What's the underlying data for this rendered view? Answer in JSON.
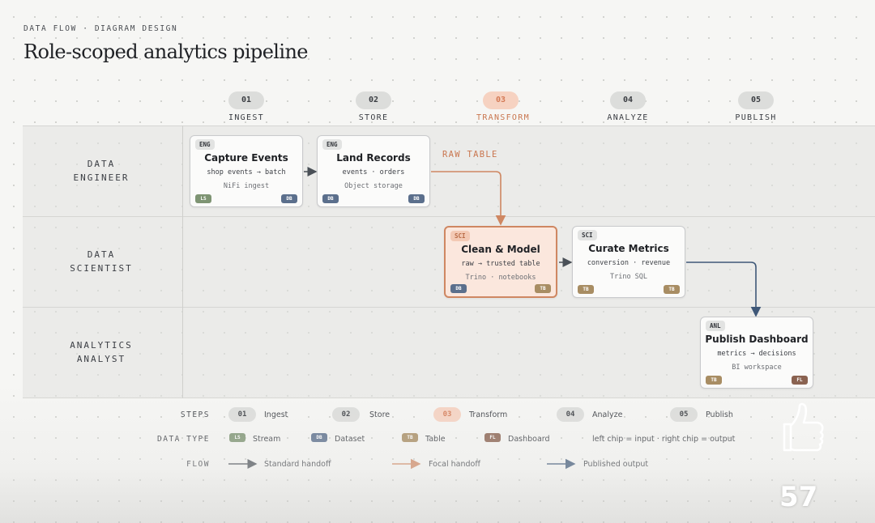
{
  "header": {
    "eyebrow": "DATA FLOW · DIAGRAM DESIGN",
    "title": "Role-scoped analytics pipeline"
  },
  "steps": [
    {
      "num": "01",
      "label": "INGEST"
    },
    {
      "num": "02",
      "label": "STORE"
    },
    {
      "num": "03",
      "label": "TRANSFORM"
    },
    {
      "num": "04",
      "label": "ANALYZE"
    },
    {
      "num": "05",
      "label": "PUBLISH"
    }
  ],
  "lanes": [
    {
      "line1": "DATA",
      "line2": "ENGINEER"
    },
    {
      "line1": "DATA",
      "line2": "SCIENTIST"
    },
    {
      "line1": "ANALYTICS",
      "line2": "ANALYST"
    }
  ],
  "cards": [
    {
      "tag": "ENG",
      "title": "Capture Events",
      "line1": "shop events → batch",
      "line2": "NiFi ingest",
      "chip_in": "LS",
      "chip_out": "DB"
    },
    {
      "tag": "ENG",
      "title": "Land Records",
      "line1": "events · orders",
      "line2": "Object storage",
      "chip_in": "DB",
      "chip_out": "DB"
    },
    {
      "tag": "SCI",
      "title": "Clean & Model",
      "line1": "raw → trusted table",
      "line2": "Trino · notebooks",
      "chip_in": "DB",
      "chip_out": "TB"
    },
    {
      "tag": "SCI",
      "title": "Curate Metrics",
      "line1": "conversion · revenue",
      "line2": "Trino SQL",
      "chip_in": "TB",
      "chip_out": "TB"
    },
    {
      "tag": "ANL",
      "title": "Publish Dashboard",
      "line1": "metrics → decisions",
      "line2": "BI workspace",
      "chip_in": "TB",
      "chip_out": "FL"
    }
  ],
  "annotation": {
    "raw_table": "RAW TABLE"
  },
  "legend": {
    "steps_head": "STEPS",
    "steps": [
      {
        "num": "01",
        "label": "Ingest"
      },
      {
        "num": "02",
        "label": "Store"
      },
      {
        "num": "03",
        "label": "Transform"
      },
      {
        "num": "04",
        "label": "Analyze"
      },
      {
        "num": "05",
        "label": "Publish"
      }
    ],
    "type_head": "DATA TYPE",
    "types": [
      {
        "chip": "LS",
        "label": "Stream"
      },
      {
        "chip": "DB",
        "label": "Dataset"
      },
      {
        "chip": "TB",
        "label": "Table"
      },
      {
        "chip": "FL",
        "label": "Dashboard"
      }
    ],
    "chip_note": "left chip = input · right chip = output",
    "flow_head": "FLOW",
    "flows": [
      {
        "label": "Standard handoff"
      },
      {
        "label": "Focal handoff"
      },
      {
        "label": "Published output"
      }
    ]
  },
  "slide_number": "57",
  "colors": {
    "focal": "#cf8762",
    "standard": "#4a5057",
    "published": "#3f5878",
    "stream": "#7e9473",
    "dataset": "#5b6f8c",
    "table": "#a88d63",
    "dashboard": "#8a6250"
  },
  "icons": {
    "reaction": "thumbs-up-icon"
  }
}
